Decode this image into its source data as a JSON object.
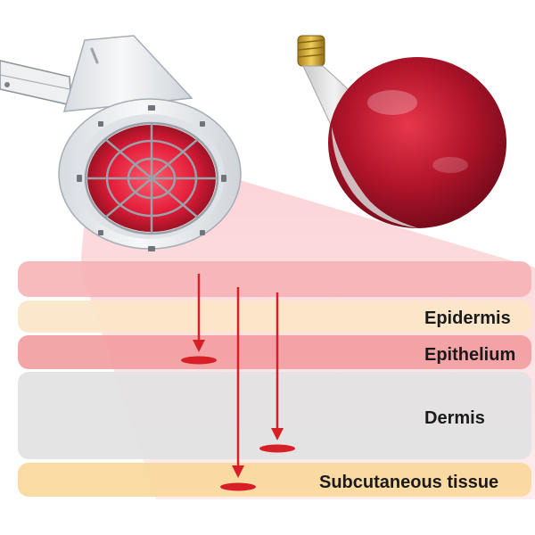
{
  "layers": [
    {
      "key": "surface",
      "label": "",
      "color": "#f6b3b6"
    },
    {
      "key": "epidermis",
      "label": "Epidermis",
      "color": "#fbe6c8"
    },
    {
      "key": "epithelium",
      "label": "Epithelium",
      "color": "#f29c9f"
    },
    {
      "key": "dermis",
      "label": "Dermis",
      "color": "#e2e2e2"
    },
    {
      "key": "subcutaneous",
      "label": "Subcutaneous tissue",
      "color": "#fbd79a"
    }
  ],
  "colors": {
    "beam": "#f08a8f",
    "arrow": "#d61f26",
    "bulb_red": "#b0142a",
    "lamp_body": "#e9ecef",
    "grill": "#9aa1a8"
  },
  "icons": {
    "lamp": "infrared-heat-lamp-icon",
    "bulb": "infrared-bulb-icon"
  }
}
